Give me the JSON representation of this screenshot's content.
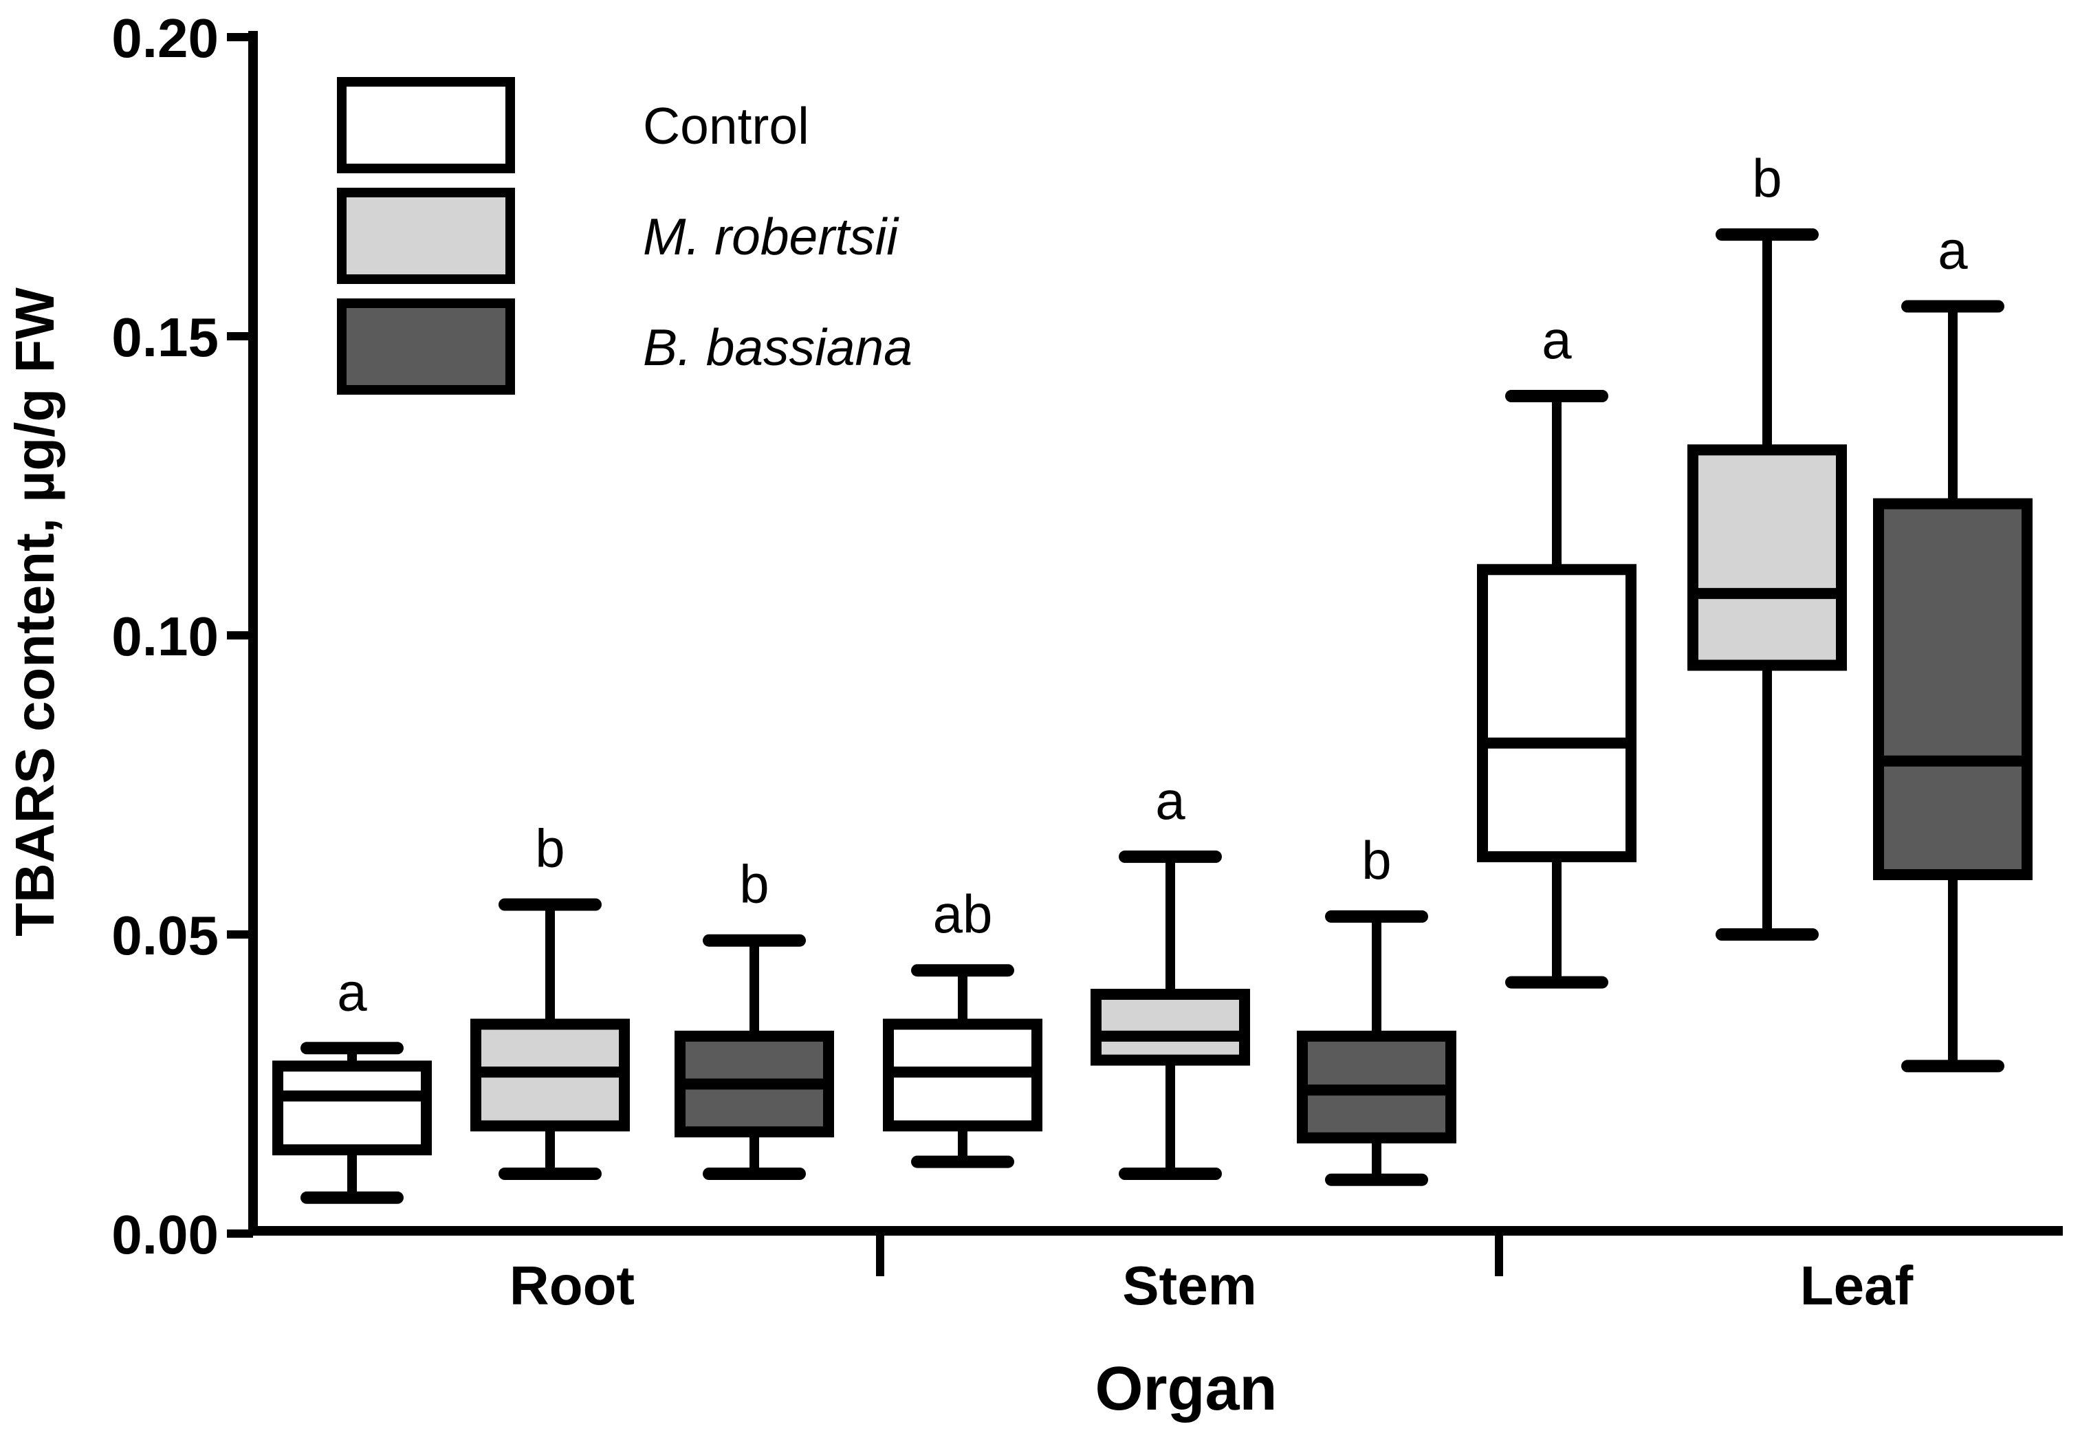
{
  "chart_data": {
    "type": "boxplot",
    "title": "",
    "ylabel": "TBARS content, µg/g FW",
    "xlabel": "Organ",
    "ylim": [
      0.0,
      0.2
    ],
    "grid": false,
    "legend_position": "top-left",
    "y_ticks": [
      {
        "value": 0.2,
        "label": "0.20"
      },
      {
        "value": 0.15,
        "label": "0.15"
      },
      {
        "value": 0.1,
        "label": "0.10"
      },
      {
        "value": 0.05,
        "label": "0.05"
      },
      {
        "value": 0.0,
        "label": "0.00"
      }
    ],
    "groups": [
      {
        "label": "Root"
      },
      {
        "label": "Stem"
      },
      {
        "label": "Leaf"
      }
    ],
    "series": [
      {
        "name": "Control",
        "fill": "#ffffff",
        "italic": false,
        "boxes": [
          {
            "group": "Root",
            "min": 0.006,
            "q1": 0.014,
            "median": 0.023,
            "q3": 0.028,
            "max": 0.031,
            "letter": "a"
          },
          {
            "group": "Stem",
            "min": 0.012,
            "q1": 0.018,
            "median": 0.027,
            "q3": 0.035,
            "max": 0.044,
            "letter": "ab"
          },
          {
            "group": "Leaf",
            "min": 0.042,
            "q1": 0.063,
            "median": 0.082,
            "q3": 0.111,
            "max": 0.14,
            "letter": "a"
          }
        ]
      },
      {
        "name": "M. robertsii",
        "fill": "#d4d4d4",
        "italic": true,
        "boxes": [
          {
            "group": "Root",
            "min": 0.01,
            "q1": 0.018,
            "median": 0.027,
            "q3": 0.035,
            "max": 0.055,
            "letter": "b"
          },
          {
            "group": "Stem",
            "min": 0.01,
            "q1": 0.029,
            "median": 0.033,
            "q3": 0.04,
            "max": 0.063,
            "letter": "a"
          },
          {
            "group": "Leaf",
            "min": 0.05,
            "q1": 0.095,
            "median": 0.107,
            "q3": 0.131,
            "max": 0.167,
            "letter": "b"
          }
        ]
      },
      {
        "name": "B. bassiana",
        "fill": "#5b5b5b",
        "italic": true,
        "boxes": [
          {
            "group": "Root",
            "min": 0.01,
            "q1": 0.017,
            "median": 0.025,
            "q3": 0.033,
            "max": 0.049,
            "letter": "b"
          },
          {
            "group": "Stem",
            "min": 0.009,
            "q1": 0.016,
            "median": 0.024,
            "q3": 0.033,
            "max": 0.053,
            "letter": "b"
          },
          {
            "group": "Leaf",
            "min": 0.028,
            "q1": 0.06,
            "median": 0.079,
            "q3": 0.122,
            "max": 0.155,
            "letter": "a"
          }
        ]
      }
    ]
  }
}
